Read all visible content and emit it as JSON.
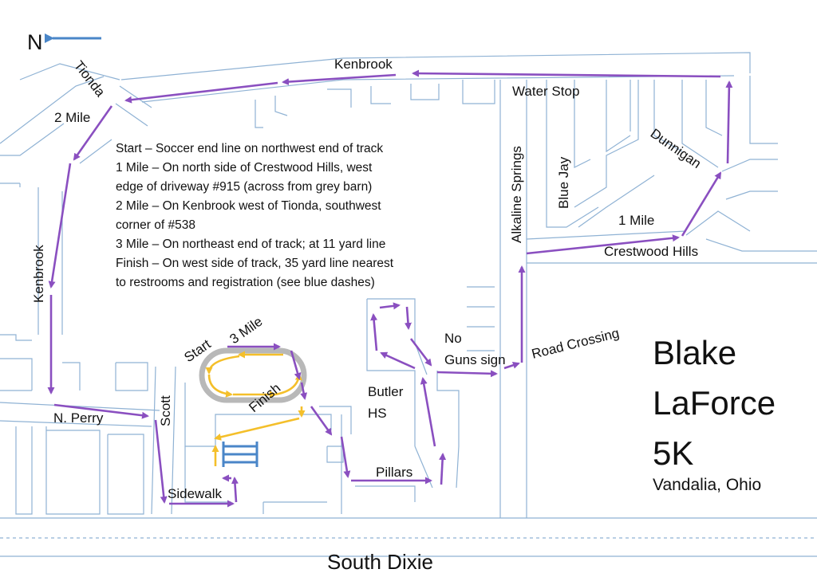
{
  "north_label": "N",
  "colors": {
    "road": "#8fb2d4",
    "route": "#8a4fc0",
    "inner_loop": "#f4bf2a",
    "track": "#b8b8b8",
    "finish_dashes": "#4a86c8",
    "north_arrow": "#4a86c8"
  },
  "streets": {
    "kenbrook_top": "Kenbrook",
    "tionda": "Tionda",
    "kenbrook_left": "Kenbrook",
    "n_perry": "N. Perry",
    "scott": "Scott",
    "sidewalk": "Sidewalk",
    "pillars": "Pillars",
    "alkaline_springs": "Alkaline Springs",
    "blue_jay": "Blue Jay",
    "dunnigan": "Dunnigan",
    "crestwood_hills": "Crestwood Hills",
    "south_dixie": "South Dixie"
  },
  "markers": {
    "two_mile": "2 Mile",
    "one_mile": "1 Mile",
    "three_mile": "3 Mile",
    "start": "Start",
    "finish": "Finish",
    "water_stop": "Water Stop",
    "road_crossing": "Road Crossing",
    "no_guns_line1": "No",
    "no_guns_line2": "Guns sign",
    "butler_line1": "Butler",
    "butler_line2": "HS"
  },
  "notes": [
    "Start – Soccer end line on northwest end of track",
    "1 Mile – On north side of Crestwood Hills, west",
    "edge of driveway #915 (across from grey barn)",
    "2 Mile – On Kenbrook west of Tionda,  southwest",
    "corner of #538",
    "3 Mile – On northeast end of track; at 11 yard line",
    "Finish – On west side of track, 35 yard line nearest",
    "to restrooms and registration (see blue dashes)"
  ],
  "title": {
    "line1": "Blake",
    "line2": "LaForce",
    "line3": "5K",
    "location": "Vandalia, Ohio"
  }
}
